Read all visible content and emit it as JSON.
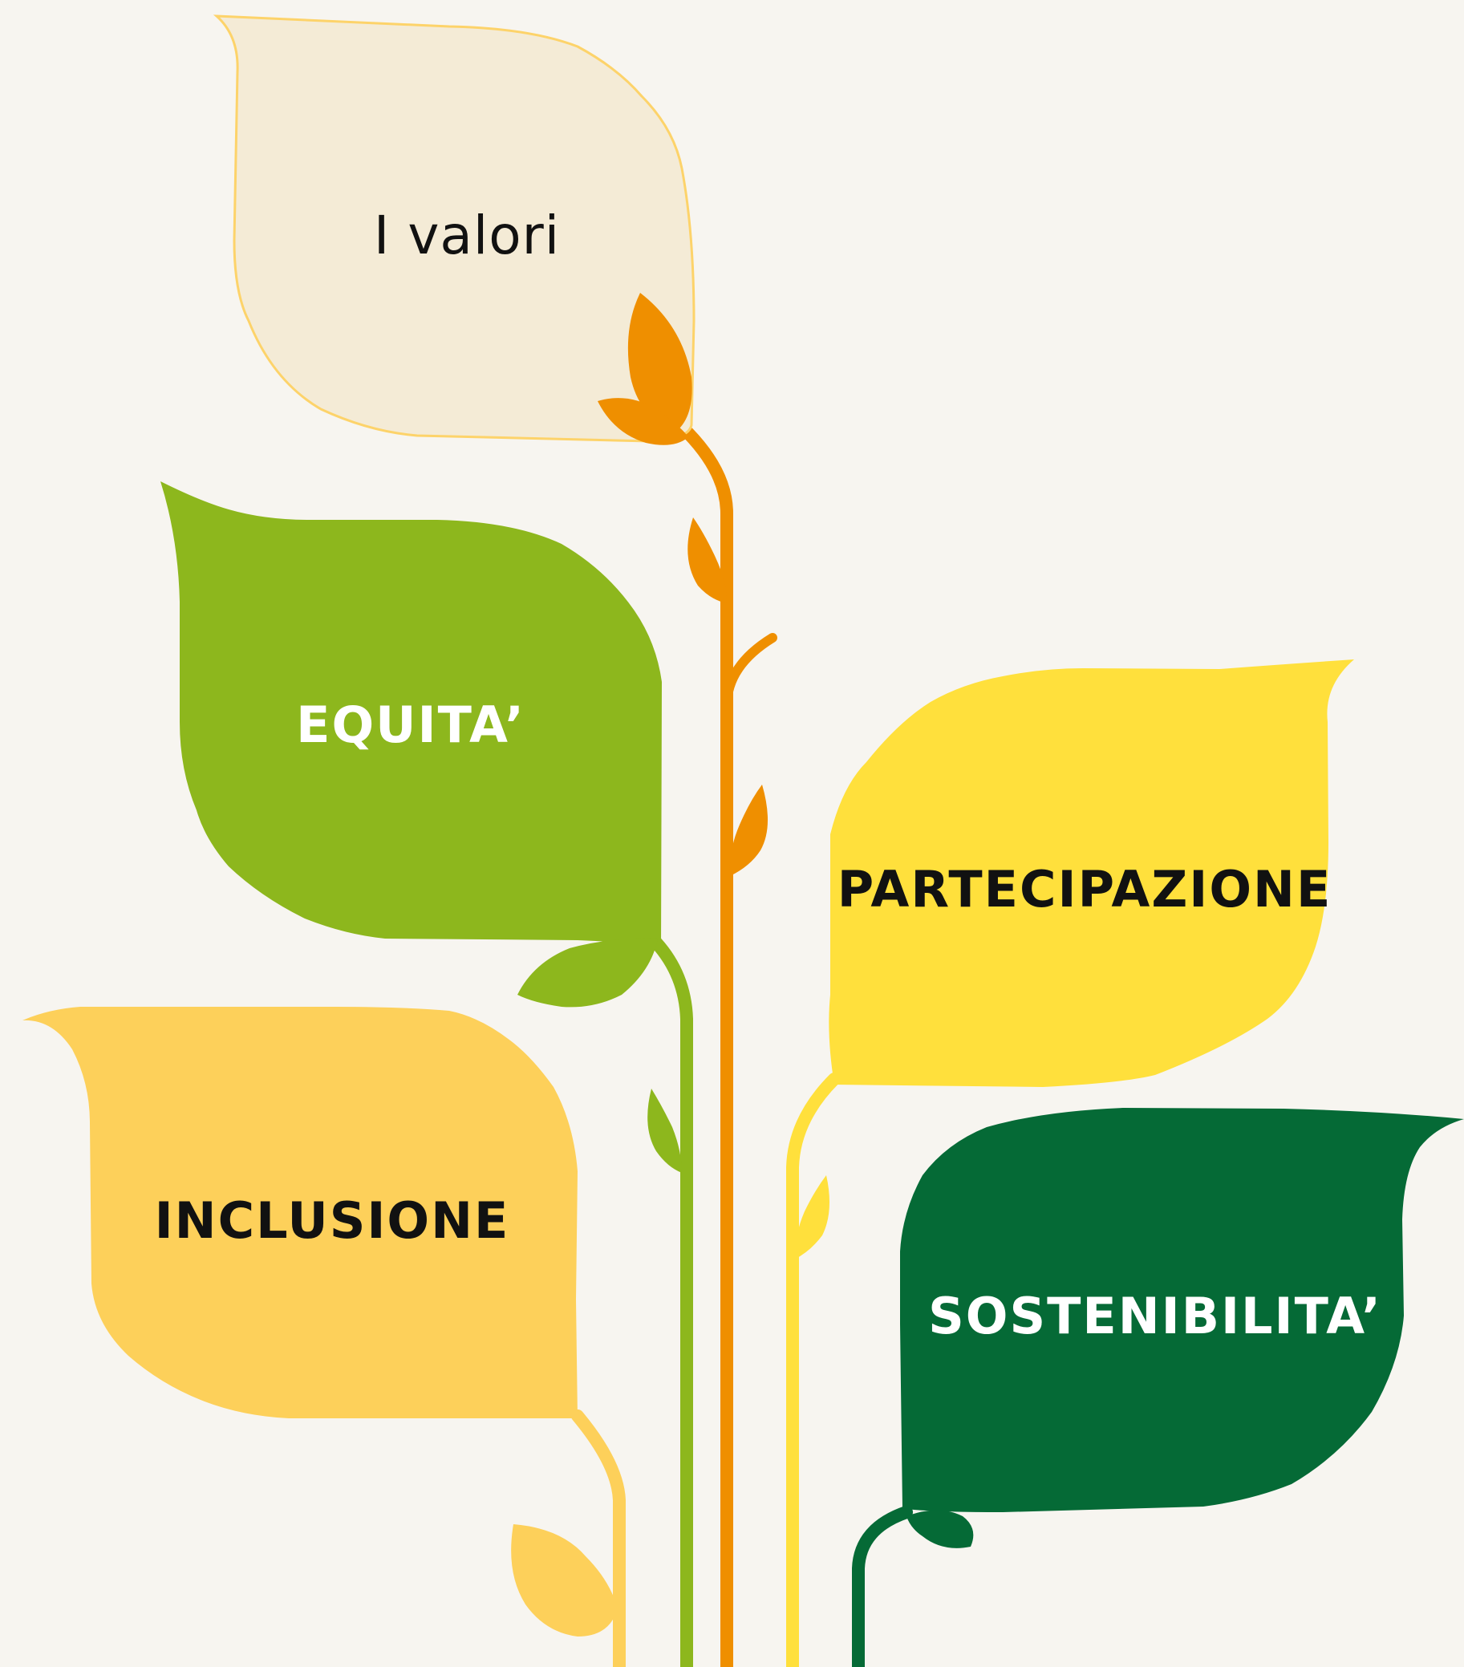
{
  "title": "I valori",
  "values": [
    {
      "label": "EQUITA’"
    },
    {
      "label": "PARTECIPAZIONE"
    },
    {
      "label": "INCLUSIONE"
    },
    {
      "label": "SOSTENIBILITA’"
    }
  ],
  "colors": {
    "background": "#f7f5f0",
    "title_leaf_fill": "#f4ebd6",
    "title_leaf_stroke": "#fdd36a",
    "orange": "#ef8f00",
    "lime_green": "#8db71d",
    "yellow": "#ffe03c",
    "light_orange": "#fdd05a",
    "dark_green": "#056a36",
    "dark_text": "#111111",
    "light_text": "#ffffff"
  }
}
